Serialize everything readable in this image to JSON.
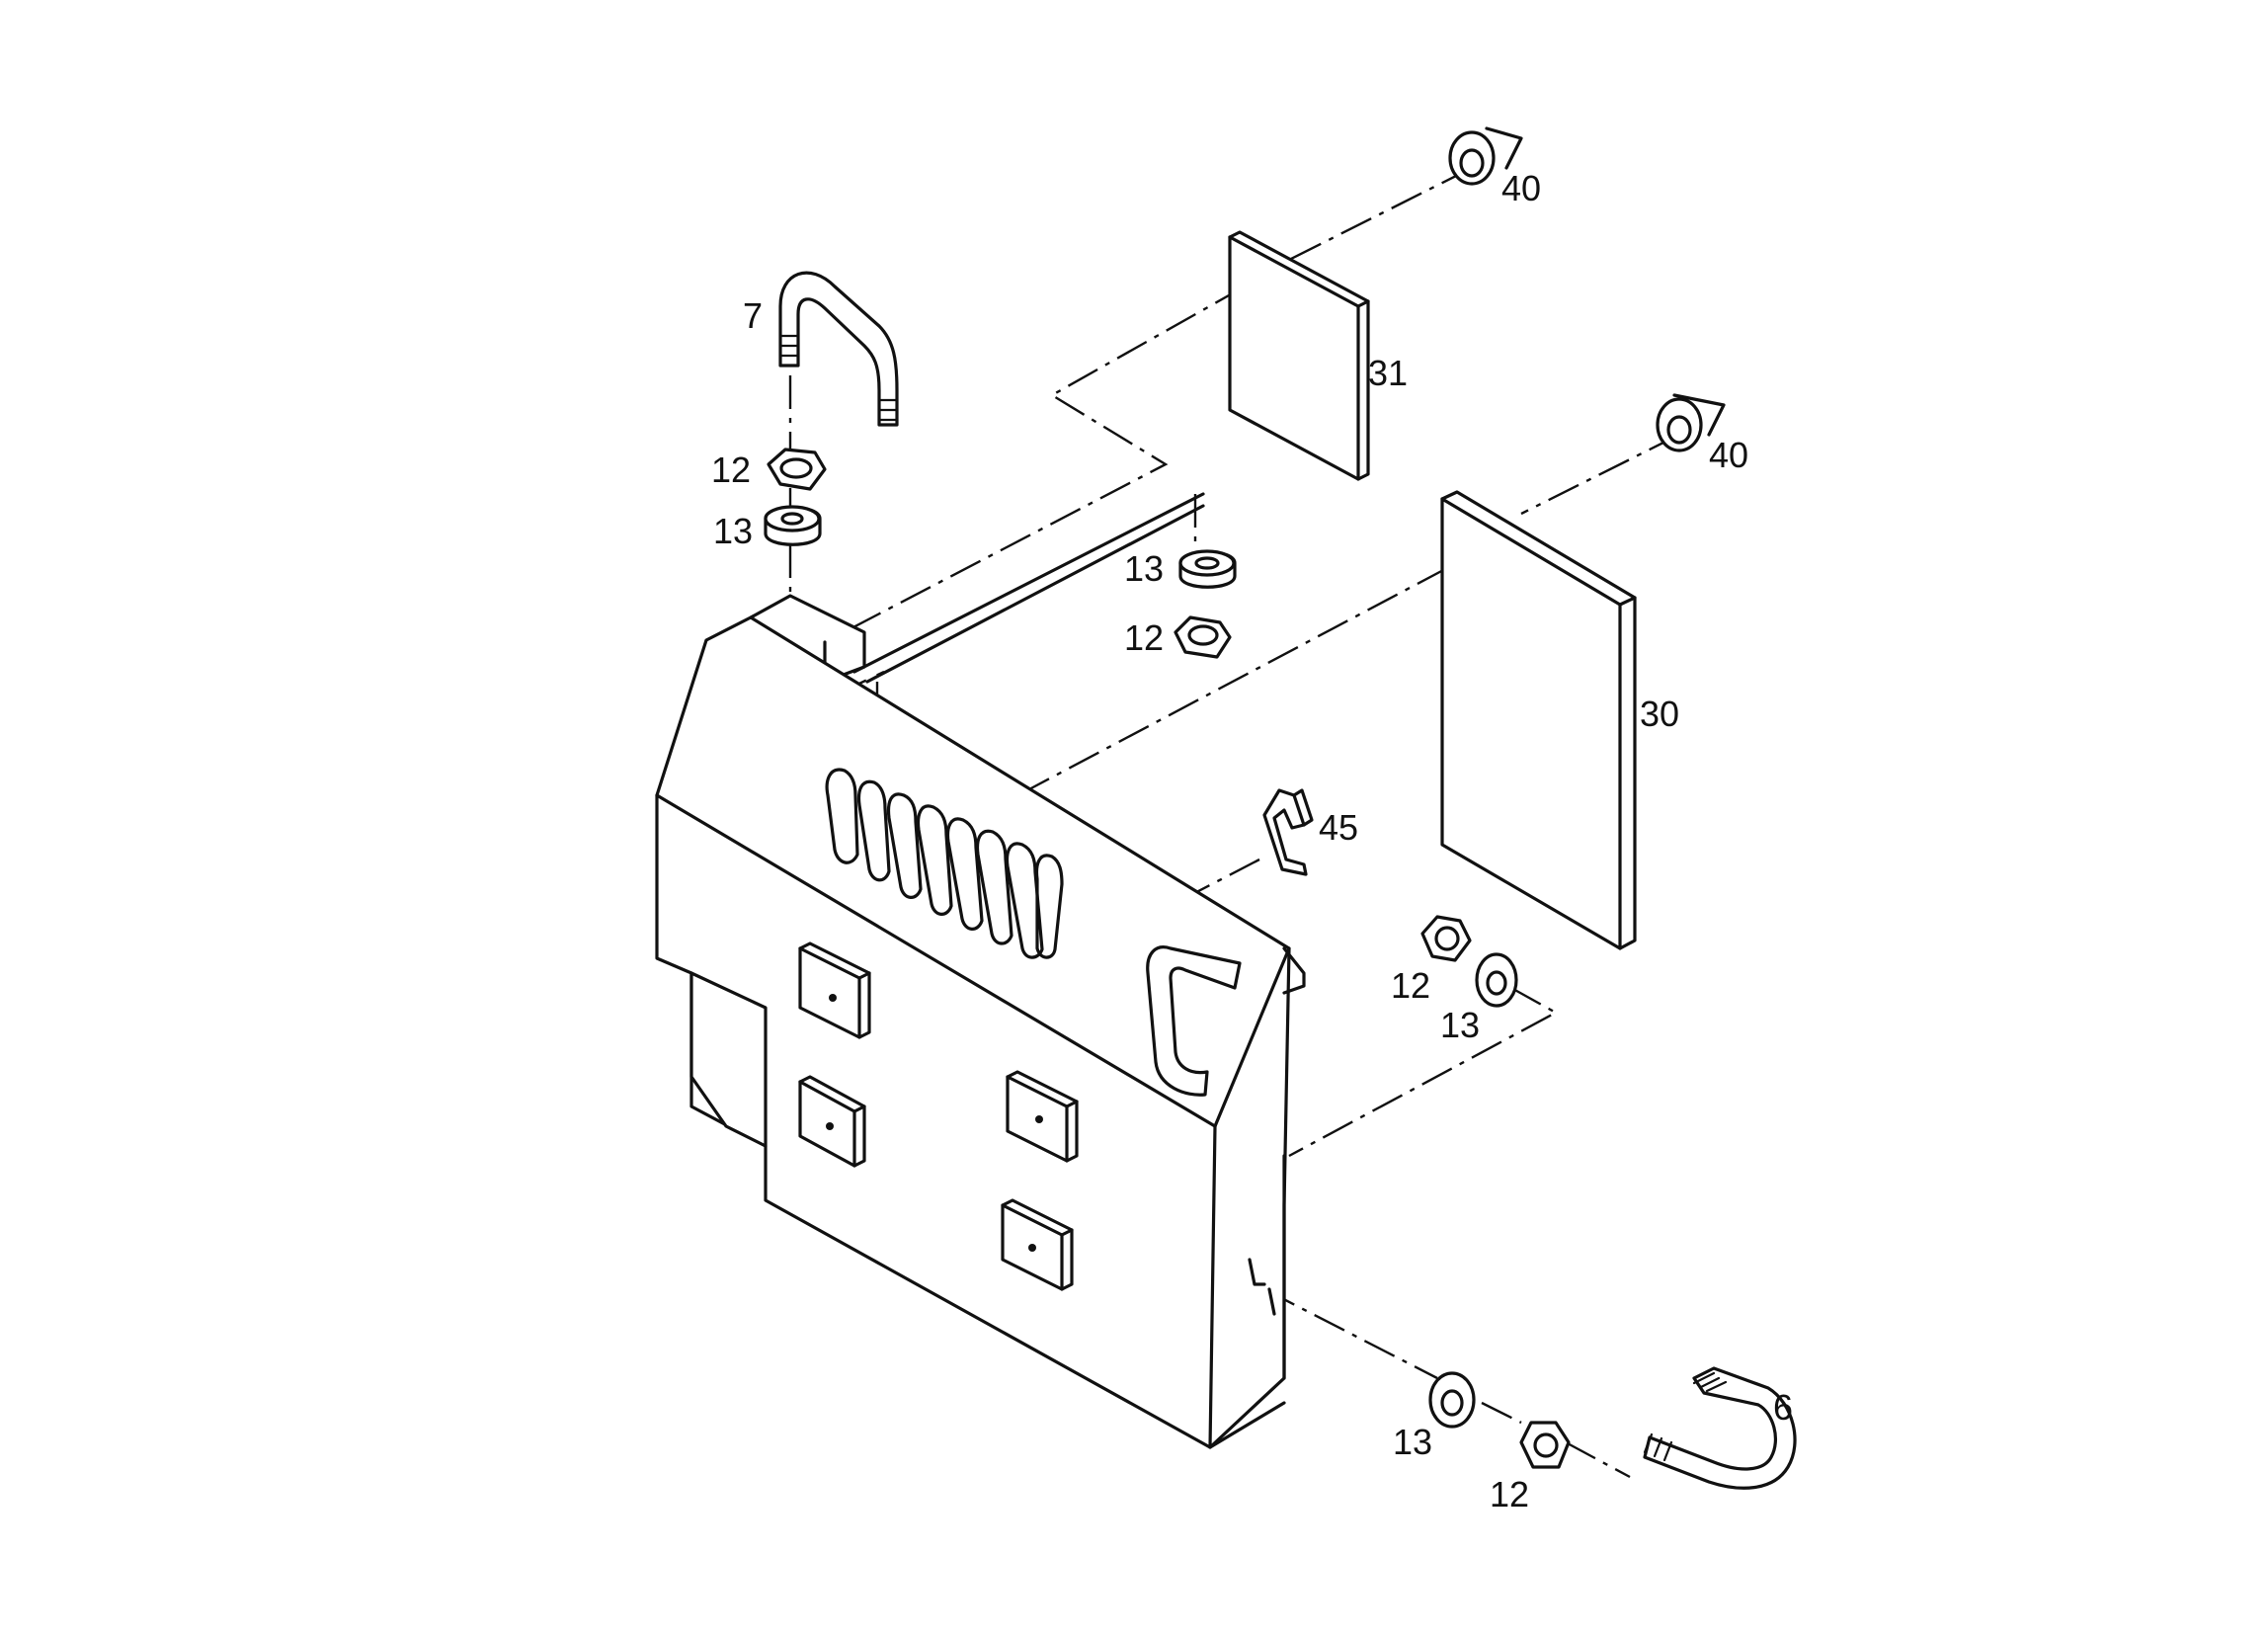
{
  "diagram": {
    "labels": {
      "bolt_top": "7",
      "nut_top": "12",
      "washer_top": "13",
      "washer_mid": "13",
      "nut_mid": "12",
      "pad_small": "31",
      "pad_large": "30",
      "bumper_top": "40",
      "bumper_mid": "40",
      "clip": "45",
      "nut_right": "12",
      "washer_right": "13",
      "washer_bottom": "13",
      "nut_bottom": "12",
      "bolt_bottom": "6"
    }
  }
}
